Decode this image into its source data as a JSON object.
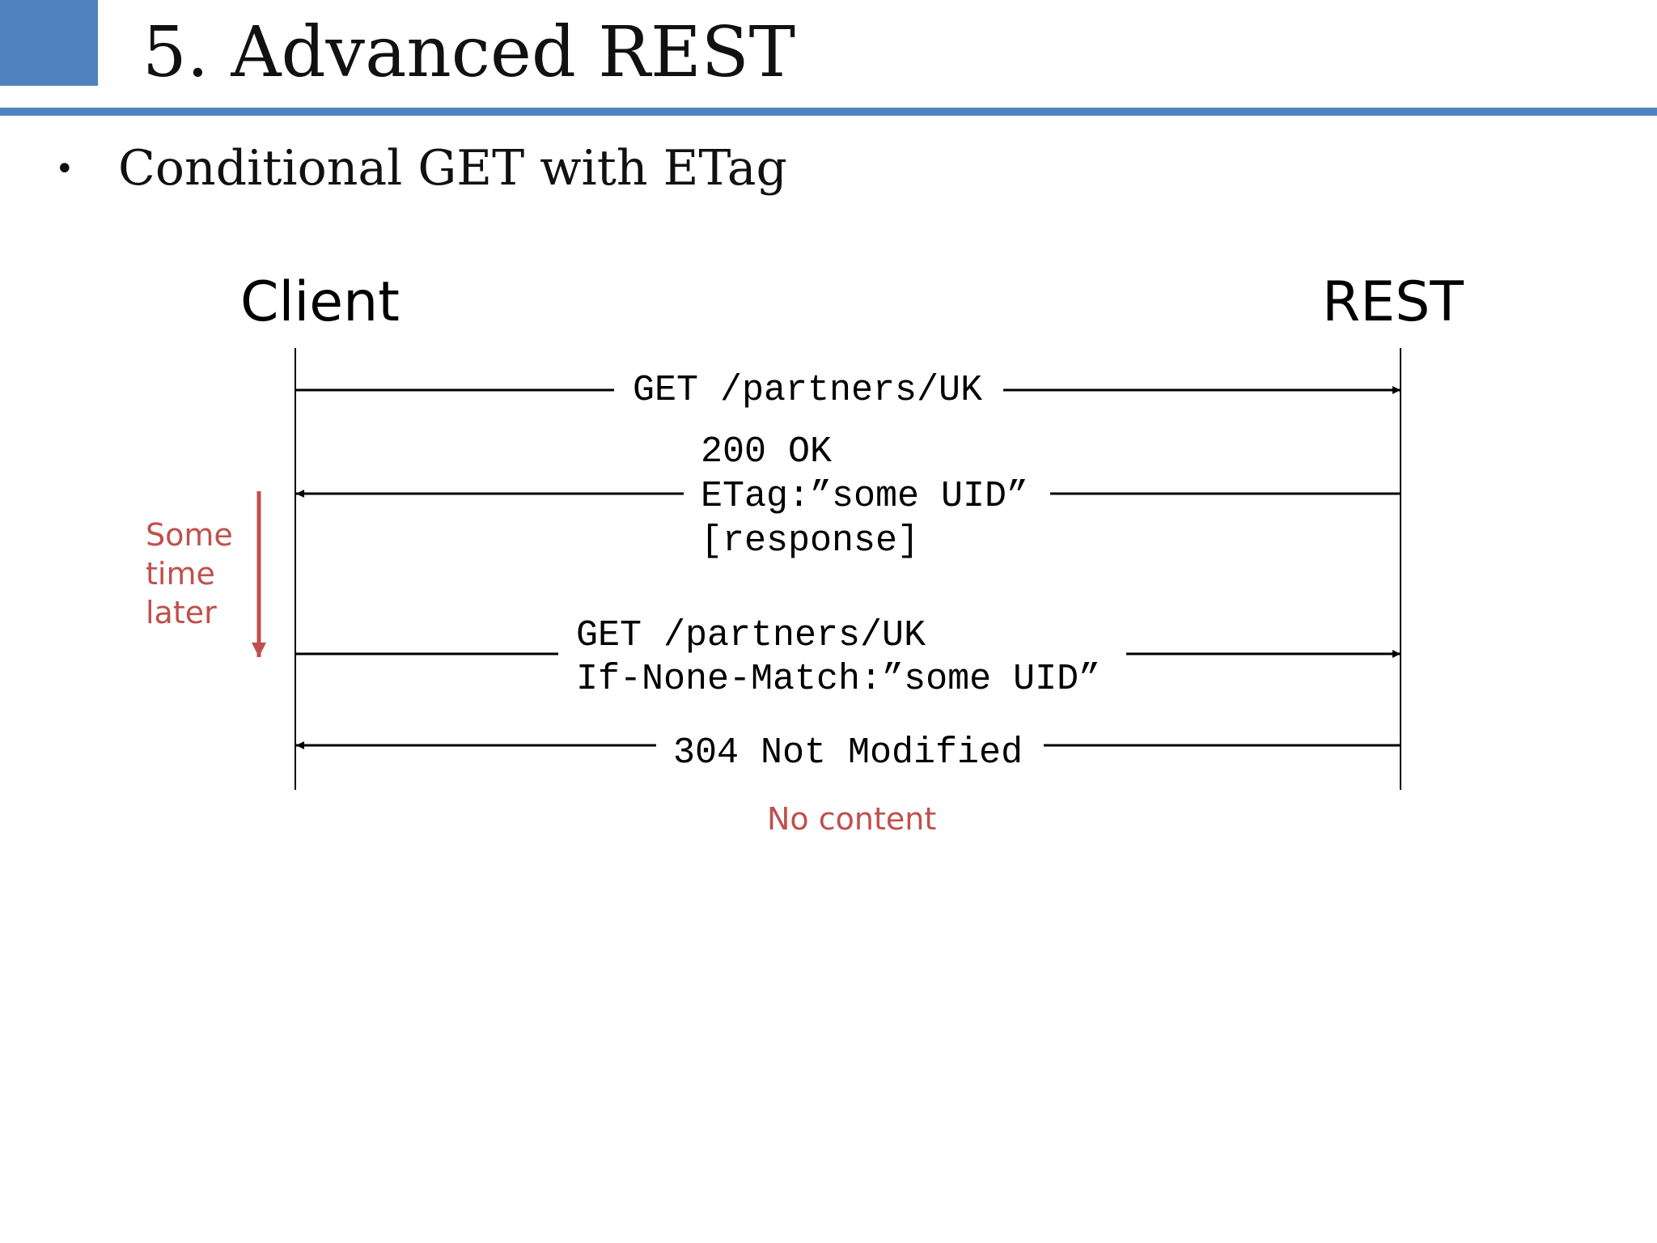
{
  "slide": {
    "title": "5. Advanced REST",
    "bullet": "Conditional GET with ETag"
  },
  "diagram": {
    "participants": {
      "client": "Client",
      "server": "REST"
    },
    "messages": [
      {
        "direction": "client-to-server",
        "lines": [
          "GET /partners/UK"
        ]
      },
      {
        "direction": "server-to-client",
        "lines": [
          "200 OK",
          "ETag:”some UID”",
          "[response]"
        ]
      },
      {
        "direction": "client-to-server",
        "lines": [
          "GET /partners/UK",
          "If-None-Match:”some UID”"
        ]
      },
      {
        "direction": "server-to-client",
        "lines": [
          "304 Not Modified"
        ]
      }
    ],
    "time_note": [
      "Some",
      "time",
      "later"
    ],
    "footnote": "No content"
  },
  "colors": {
    "accent": "#4f81bd",
    "note": "#c0504d",
    "line": "#000000",
    "text": "#111111"
  }
}
